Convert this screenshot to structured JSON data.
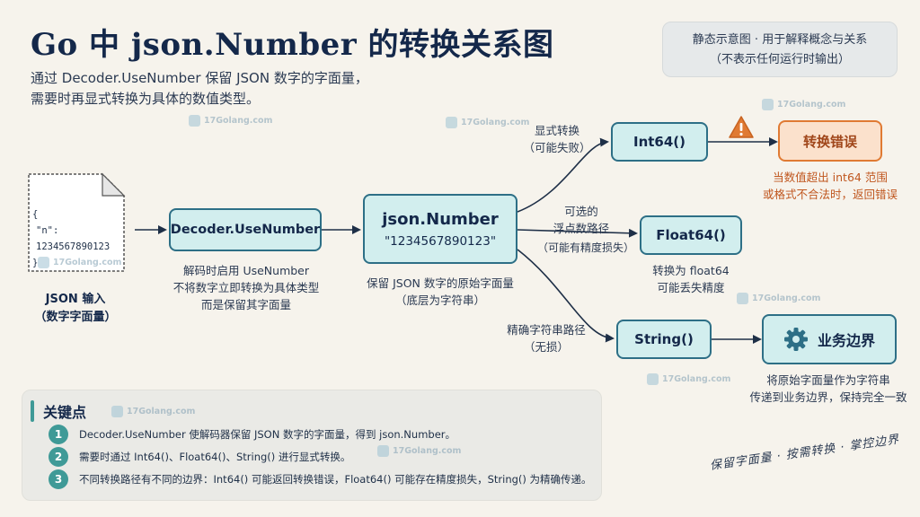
{
  "header": {
    "title": "Go 中 json.Number 的转换关系图",
    "subtitle_line1": "通过 Decoder.UseNumber 保留 JSON 数字的字面量，",
    "subtitle_line2": "需要时再显式转换为具体的数值类型。",
    "note_line1": "静态示意图 · 用于解释概念与关系",
    "note_line2": "（不表示任何运行时输出）"
  },
  "input": {
    "code_open": "{",
    "code_field": "\"n\": 1234567890123",
    "code_close": "}",
    "label_line1": "JSON 输入",
    "label_line2": "（数字字面量）"
  },
  "decoder": {
    "label": "Decoder.UseNumber",
    "caption_line1": "解码时启用 UseNumber",
    "caption_line2": "不将数字立即转换为具体类型",
    "caption_line3": "而是保留其字面量"
  },
  "number": {
    "label": "json.Number",
    "value": "\"1234567890123\"",
    "caption_line1": "保留 JSON 数字的原始字面量",
    "caption_line2": "（底层为字符串）"
  },
  "paths": {
    "int_line1": "显式转换",
    "int_line2": "（可能失败）",
    "float_line1": "可选的",
    "float_line2": "浮点数路径",
    "float_line3": "（可能有精度损失）",
    "string_line1": "精确字符串路径",
    "string_line2": "（无损）"
  },
  "int64": {
    "label": "Int64()"
  },
  "error": {
    "label": "转换错误",
    "caption_line1": "当数值超出 int64 范围",
    "caption_line2": "或格式不合法时，返回错误"
  },
  "float64": {
    "label": "Float64()",
    "caption_line1": "转换为 float64",
    "caption_line2": "可能丢失精度"
  },
  "string": {
    "label": "String()"
  },
  "business": {
    "label": "业务边界",
    "caption_line1": "将原始字面量作为字符串",
    "caption_line2": "传递到业务边界，保持完全一致"
  },
  "key_points": {
    "title": "关键点",
    "items": [
      {
        "num": "1",
        "text": "Decoder.UseNumber 使解码器保留 JSON 数字的字面量，得到 json.Number。"
      },
      {
        "num": "2",
        "text": "需要时通过 Int64()、Float64()、String() 进行显式转换。"
      },
      {
        "num": "3",
        "text": "不同转换路径有不同的边界：Int64() 可能返回转换错误，Float64() 可能存在精度损失，String() 为精确传递。"
      }
    ]
  },
  "signature": "保留字面量 · 按需转换 · 掌控边界",
  "watermark": "17Golang.com",
  "icons": {
    "document": "document-icon",
    "warning": "warning-icon",
    "gear": "gear-icon"
  },
  "colors": {
    "node_fill": "#d2eeee",
    "node_border": "#2d6f86",
    "error_fill": "#fbe1cc",
    "error_border": "#e07a33",
    "accent": "#3f9a97"
  }
}
